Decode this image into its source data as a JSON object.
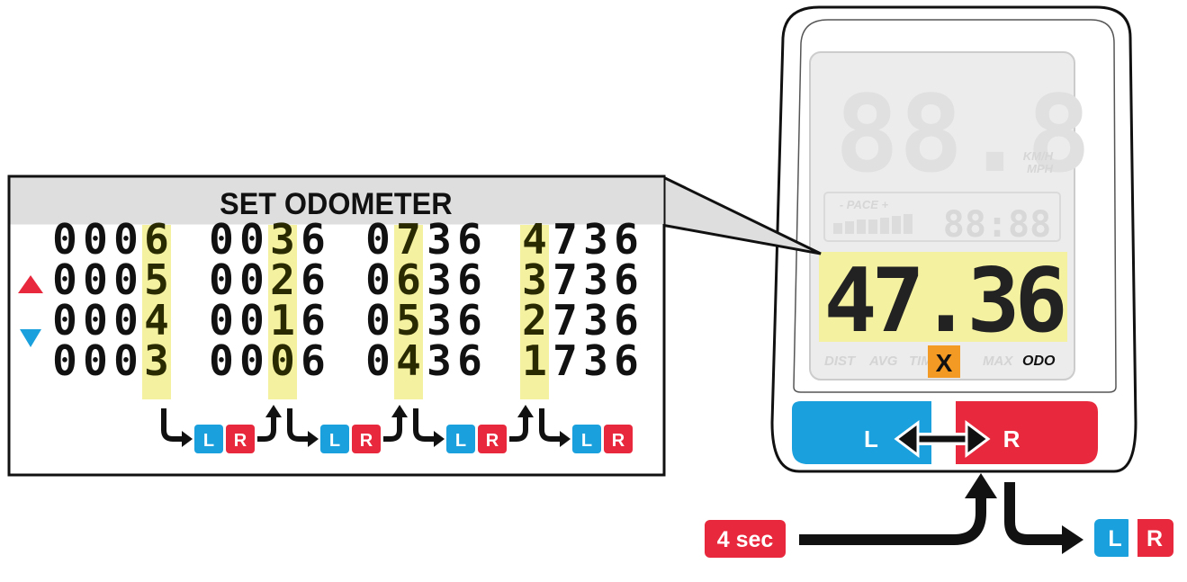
{
  "panel": {
    "title": "SET ODOMETER",
    "up_color": "#e8283c",
    "down_color": "#1aa0dc",
    "columns": [
      {
        "rows": [
          "0006",
          "0005",
          "0004",
          "0003"
        ],
        "highlight_index": 3
      },
      {
        "rows": [
          "0036",
          "0026",
          "0016",
          "0006"
        ],
        "highlight_index": 2
      },
      {
        "rows": [
          "0736",
          "0636",
          "0536",
          "0436"
        ],
        "highlight_index": 1
      },
      {
        "rows": [
          "4736",
          "3736",
          "2736",
          "1736"
        ],
        "highlight_index": 0
      }
    ],
    "button_pair": {
      "left": "L",
      "right": "R"
    }
  },
  "device": {
    "speed_digits": "88.8",
    "speed_unit_top": "KM/H",
    "speed_unit_bottom": "MPH",
    "pace_label": "- PACE +",
    "time_digits": "88:88",
    "value": "47.36",
    "mode_labels": [
      "DIST",
      "AVG",
      "TIME",
      "MAX",
      "ODO"
    ],
    "x_marker": "X",
    "left_button": "L",
    "right_button": "R"
  },
  "hold_badge": "4 sec",
  "result_pair": {
    "left": "L",
    "right": "R"
  },
  "colors": {
    "blue": "#1aa0dc",
    "red": "#e8283c",
    "highlight": "#f4f1a0",
    "lcd_bg": "#ececec",
    "orange": "#f39a25"
  }
}
